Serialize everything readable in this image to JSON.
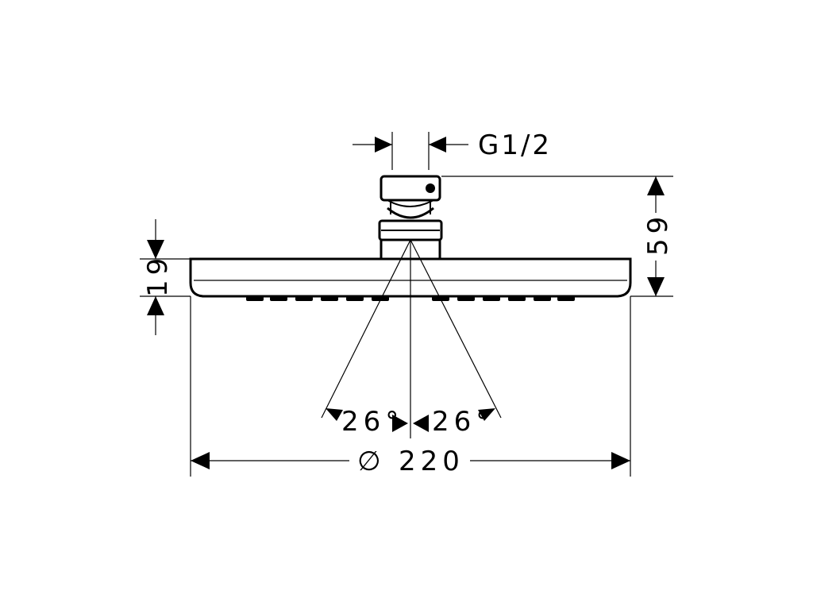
{
  "dimensions": {
    "thread": "G1/2",
    "diameter": "220",
    "diameter_symbol": "∅",
    "height_total": "59",
    "height_head": "19",
    "spray_angle_left": "26°",
    "spray_angle_right": "26°"
  },
  "colors": {
    "line": "#000000",
    "background": "#ffffff"
  }
}
